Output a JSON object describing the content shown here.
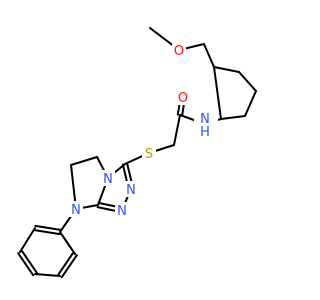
{
  "molecule": {
    "atoms": {
      "o_methoxy": {
        "label": "O",
        "color": "#FF0D0D"
      },
      "o_carbonyl": {
        "label": "O",
        "color": "#FF0D0D"
      },
      "n_amide": {
        "label": "N",
        "color": "#3050F8"
      },
      "h_amide": {
        "label": "H",
        "color": "#3050F8"
      },
      "s_thio": {
        "label": "S",
        "color": "#B2A200"
      },
      "n_triazole_a": {
        "label": "N",
        "color": "#3050F8"
      },
      "n_triazole_b": {
        "label": "N",
        "color": "#3050F8"
      },
      "n_bridge": {
        "label": "N",
        "color": "#3050F8"
      },
      "n_phenyl": {
        "label": "N",
        "color": "#3050F8"
      }
    },
    "bond_color": "#000000"
  }
}
